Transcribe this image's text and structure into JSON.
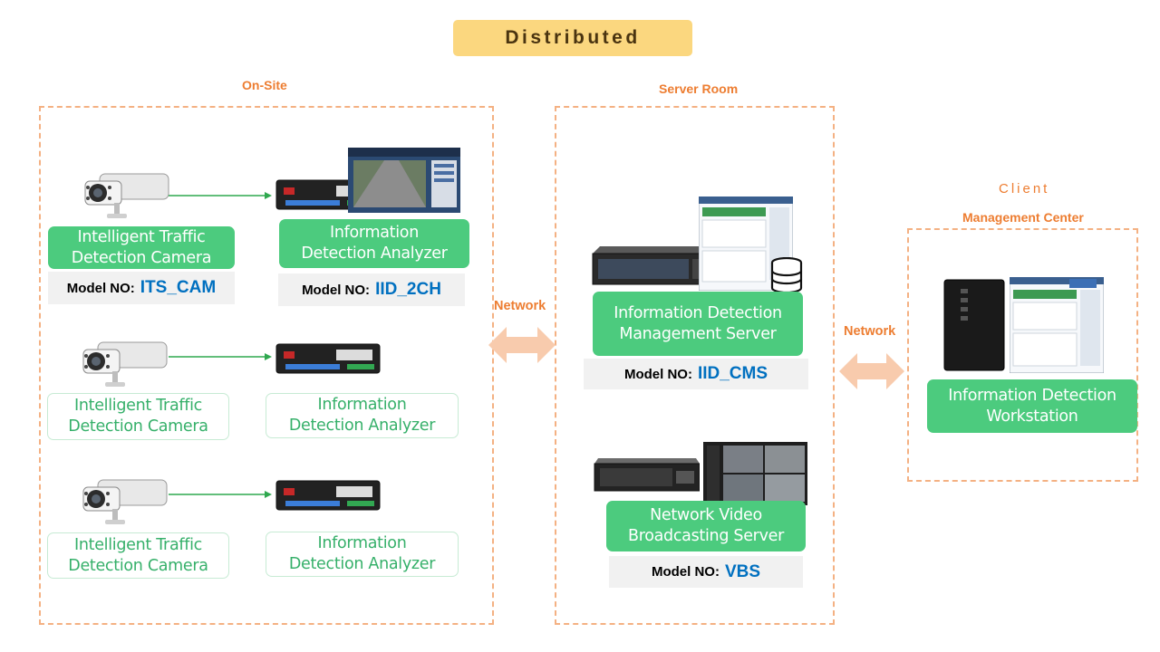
{
  "title": "Distributed",
  "sections": {
    "onsite": "On-Site",
    "server_room": "Server Room",
    "client": "Client",
    "management_center": "Management Center"
  },
  "network_label": "Network",
  "model_prefix": "Model NO:",
  "onsite": {
    "rows": [
      {
        "camera": "Intelligent Traffic\nDetection Camera",
        "analyzer": "Information\nDetection Analyzer",
        "camera_model": "ITS_CAM",
        "analyzer_model": "IID_2CH"
      },
      {
        "camera": "Intelligent Traffic\nDetection Camera",
        "analyzer": "Information\nDetection Analyzer"
      },
      {
        "camera": "Intelligent Traffic\nDetection Camera",
        "analyzer": "Information\nDetection Analyzer"
      }
    ]
  },
  "server_room": {
    "cms": {
      "label": "Information Detection\nManagement Server",
      "model": "IID_CMS"
    },
    "vbs": {
      "label": "Network Video\nBroadcasting Server",
      "model": "VBS"
    }
  },
  "management": {
    "workstation": "Information Detection\nWorkstation"
  },
  "colors": {
    "accent_orange": "#ed7d31",
    "title_bg": "#fbd77f",
    "label_green": "#4ccb7e",
    "model_blue": "#0070c0",
    "arrow_fill": "#f8cbad"
  }
}
